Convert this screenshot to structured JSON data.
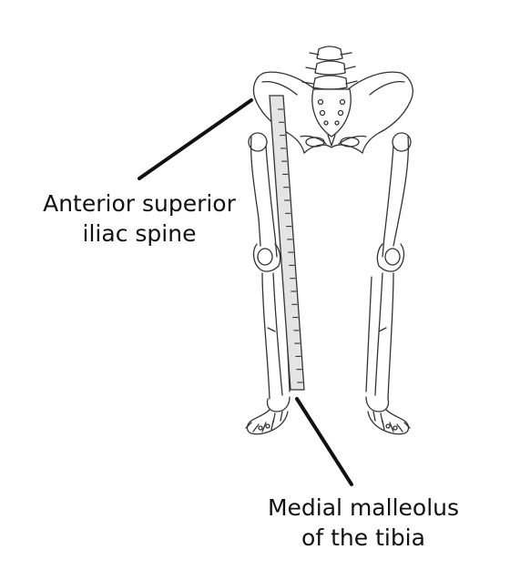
{
  "labels": {
    "asis": {
      "line1": "Anterior superior",
      "line2": "iliac spine"
    },
    "malleolus": {
      "line1": "Medial malleolus",
      "line2": "of the tibia"
    }
  },
  "colors": {
    "outline": "#333333",
    "leader": "#111111",
    "tape_fill": "#e4e4e4",
    "text": "#111111"
  },
  "tape": {
    "tick_count": 22
  }
}
